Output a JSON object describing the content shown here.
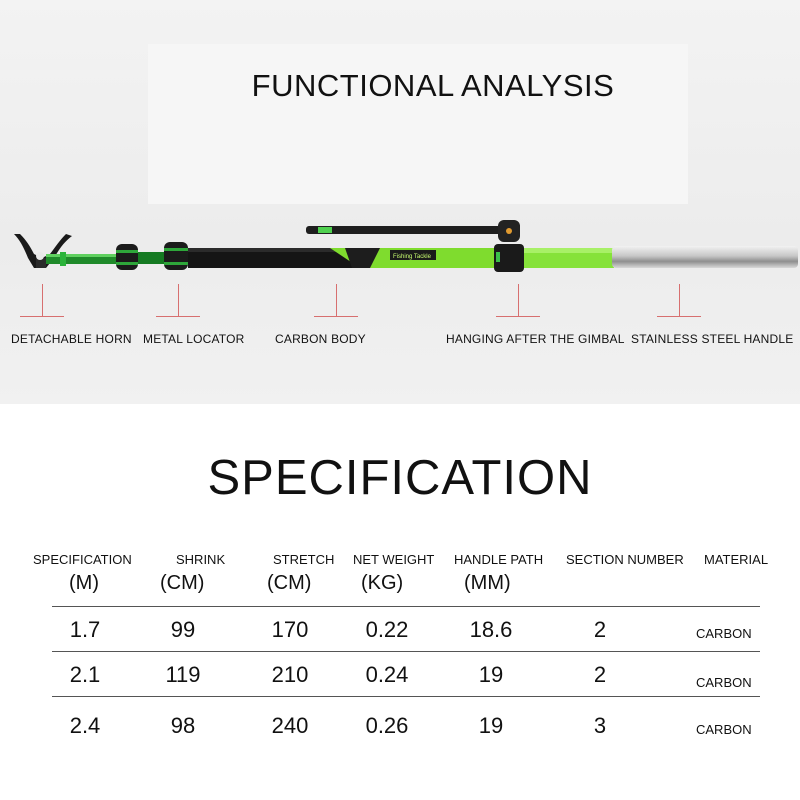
{
  "analysis": {
    "title": "FUNCTIONAL ANALYSIS",
    "labels": [
      "DETACHABLE HORN",
      "METAL LOCATOR",
      "CARBON BODY",
      "HANGING AFTER THE GIMBAL",
      "STAINLESS STEEL HANDLE"
    ],
    "rod_text": "Fishing Tackle"
  },
  "spec": {
    "title": "SPECIFICATION",
    "headers": [
      {
        "name": "SPECIFICATION",
        "unit": "(M)"
      },
      {
        "name": "SHRINK",
        "unit": "(CM)"
      },
      {
        "name": "STRETCH",
        "unit": "(CM)"
      },
      {
        "name": "NET WEIGHT",
        "unit": "(KG)"
      },
      {
        "name": "HANDLE PATH",
        "unit": "(MM)"
      },
      {
        "name": "SECTION NUMBER",
        "unit": ""
      },
      {
        "name": "MATERIAL",
        "unit": ""
      }
    ],
    "rows": [
      [
        "1.7",
        "99",
        "170",
        "0.22",
        "18.6",
        "2",
        "CARBON"
      ],
      [
        "2.1",
        "119",
        "210",
        "0.24",
        "19",
        "2",
        "CARBON"
      ],
      [
        "2.4",
        "98",
        "240",
        "0.26",
        "19",
        "3",
        "CARBON"
      ]
    ]
  }
}
